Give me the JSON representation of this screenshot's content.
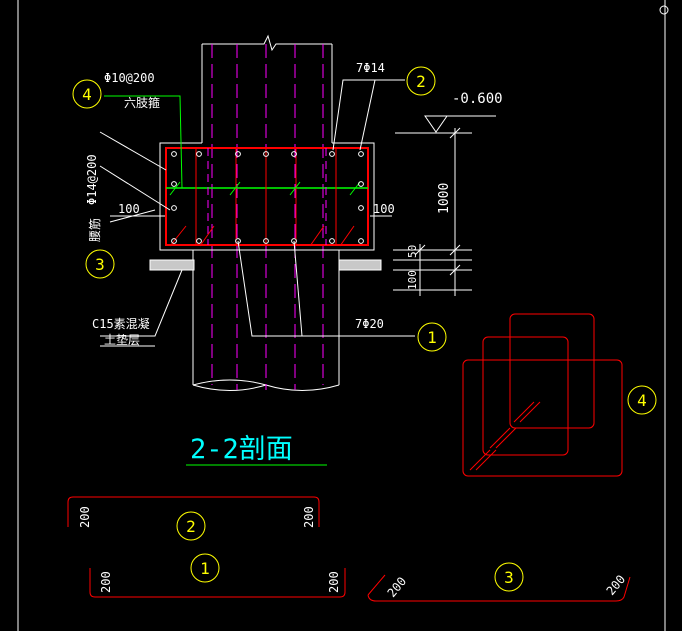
{
  "title": "2-2剖面",
  "elevation": "-0.600",
  "dims": {
    "cap_height": "1000",
    "cover_left": "100",
    "cover_right": "100",
    "pad_50": "50",
    "pad_100": "100"
  },
  "callouts": [
    {
      "id": "cal-1",
      "num": "1",
      "label": "7Φ20"
    },
    {
      "id": "cal-2",
      "num": "2",
      "label": "7Φ14"
    },
    {
      "id": "cal-3",
      "num": "3",
      "label": "腰筋",
      "sub": "Φ14@200"
    },
    {
      "id": "cal-4",
      "num": "4",
      "label": "Φ10@200",
      "sub": "六肢箍"
    }
  ],
  "concrete_label": [
    "C15素混凝",
    "土垫层"
  ],
  "rebar_shapes": [
    {
      "num": "2",
      "left_len": "200",
      "right_len": "200"
    },
    {
      "num": "1",
      "left_len": "200",
      "right_len": "200"
    },
    {
      "num": "3",
      "left_len": "200",
      "right_len": "200"
    }
  ],
  "stirrup_num": "4",
  "colors": {
    "background": "#000000",
    "outline": "#ffffff",
    "rebar": "#ff0000",
    "stirrup_leg": "#ff00ff",
    "leader": "#ffff00",
    "tie_green": "#00ff00",
    "title": "#00ffff",
    "concrete": "#c8c8c8"
  }
}
